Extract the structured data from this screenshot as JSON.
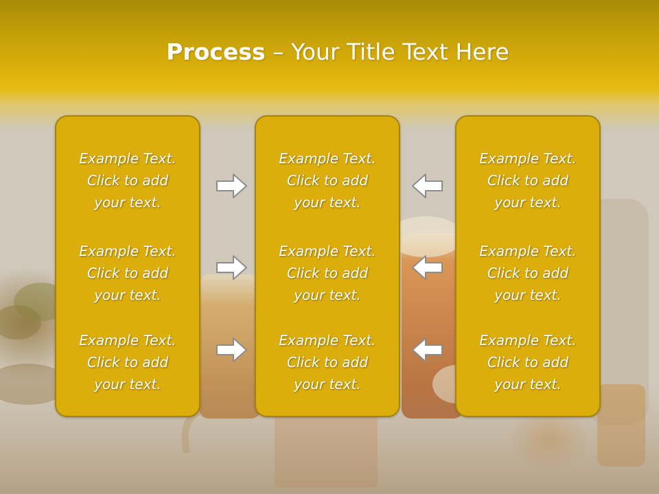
{
  "slide": {
    "title_bold": "Process",
    "title_rest": " – Your Title Text Here"
  },
  "columns": [
    {
      "blocks": [
        {
          "l1": "Example Text.",
          "l2": "Click  to add",
          "l3": "your text."
        },
        {
          "l1": "Example Text.",
          "l2": "Click  to add",
          "l3": "your text."
        },
        {
          "l1": "Example Text.",
          "l2": "Click  to add",
          "l3": "your text."
        }
      ]
    },
    {
      "blocks": [
        {
          "l1": "Example Text.",
          "l2": "Click  to add",
          "l3": "your text."
        },
        {
          "l1": "Example Text.",
          "l2": "Click  to add",
          "l3": "your text."
        },
        {
          "l1": "Example Text.",
          "l2": "Click  to add",
          "l3": "your text."
        }
      ]
    },
    {
      "blocks": [
        {
          "l1": "Example Text.",
          "l2": "Click  to add",
          "l3": "your text."
        },
        {
          "l1": "Example Text.",
          "l2": "Click  to add",
          "l3": "your text."
        },
        {
          "l1": "Example Text.",
          "l2": "Click  to add",
          "l3": "your text."
        }
      ]
    }
  ],
  "icons": {
    "left_arrows": "arrow-right-icon",
    "right_arrows": "arrow-left-icon"
  },
  "colors": {
    "header": "#dcb10a",
    "box_fill": "#dcae0c",
    "box_border": "#a5830e",
    "text": "#ffffff",
    "arrow_fill": "#ffffff",
    "arrow_stroke": "#8c8c8c"
  }
}
